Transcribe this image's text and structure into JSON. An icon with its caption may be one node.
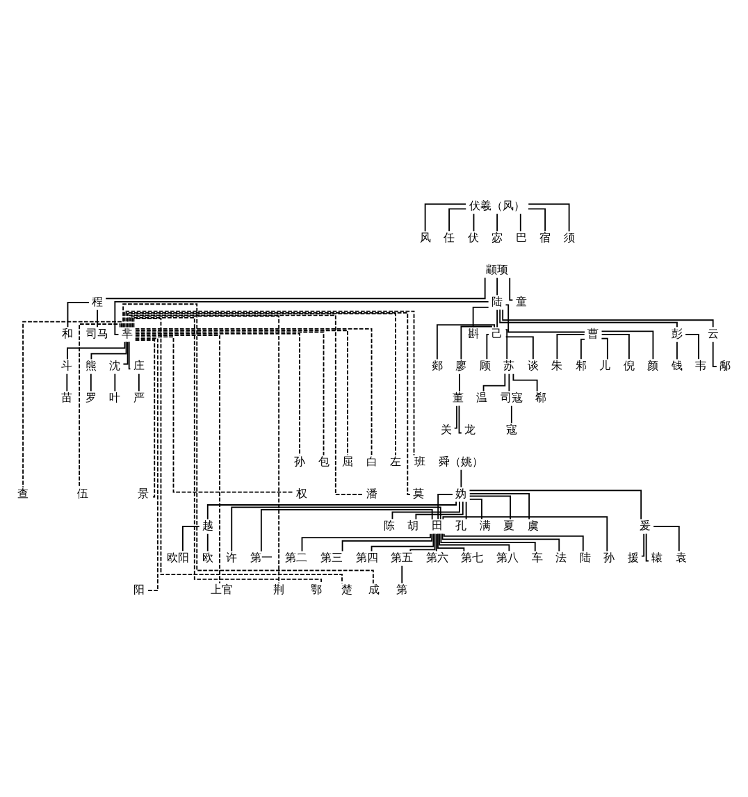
{
  "diagram": {
    "nodes": [
      {
        "text": [
          "伏羲（风）"
        ]
      },
      {
        "text": [
          "风"
        ]
      },
      {
        "text": [
          "任"
        ]
      },
      {
        "text": [
          "伏"
        ]
      },
      {
        "text": [
          "宓"
        ]
      },
      {
        "text": [
          "巴"
        ]
      },
      {
        "text": [
          "宿"
        ]
      },
      {
        "text": [
          "须"
        ]
      },
      {
        "text": [
          "颛顼"
        ]
      },
      {
        "text": [
          "程"
        ]
      },
      {
        "text": [
          "陆"
        ]
      },
      {
        "text": [
          "童"
        ]
      },
      {
        "text": [
          "和"
        ]
      },
      {
        "text": [
          "司马"
        ]
      },
      {
        "text": [
          "芈"
        ]
      },
      {
        "text": [
          "斟"
        ]
      },
      {
        "text": [
          "己"
        ]
      },
      {
        "text": [
          "曹"
        ]
      },
      {
        "text": [
          "彭"
        ]
      },
      {
        "text": [
          "云"
        ]
      },
      {
        "text": [
          "斗"
        ]
      },
      {
        "text": [
          "熊"
        ]
      },
      {
        "text": [
          "沈"
        ]
      },
      {
        "text": [
          "庄"
        ]
      },
      {
        "text": [
          "郯"
        ]
      },
      {
        "text": [
          "廖"
        ]
      },
      {
        "text": [
          "顾"
        ]
      },
      {
        "text": [
          "苏"
        ]
      },
      {
        "text": [
          "谈"
        ]
      },
      {
        "text": [
          "朱"
        ]
      },
      {
        "text": [
          "邾"
        ]
      },
      {
        "text": [
          "儿"
        ]
      },
      {
        "text": [
          "倪"
        ]
      },
      {
        "text": [
          "颜"
        ]
      },
      {
        "text": [
          "钱"
        ]
      },
      {
        "text": [
          "韦"
        ]
      },
      {
        "text": [
          "鄅"
        ]
      },
      {
        "text": [
          "苗"
        ]
      },
      {
        "text": [
          "罗"
        ]
      },
      {
        "text": [
          "叶"
        ]
      },
      {
        "text": [
          "严"
        ]
      },
      {
        "text": [
          "董"
        ]
      },
      {
        "text": [
          "温"
        ]
      },
      {
        "text": [
          "司寇"
        ]
      },
      {
        "text": [
          "郗"
        ]
      },
      {
        "text": [
          "关"
        ]
      },
      {
        "text": [
          "龙"
        ]
      },
      {
        "text": [
          "寇"
        ]
      },
      {
        "text": [
          "查"
        ]
      },
      {
        "text": [
          "阳"
        ]
      },
      {
        "text": [
          "伍"
        ]
      },
      {
        "text": [
          "上官"
        ]
      },
      {
        "text": [
          "景"
        ]
      },
      {
        "text": [
          "荆"
        ]
      },
      {
        "text": [
          "权"
        ]
      },
      {
        "text": [
          "鄂"
        ]
      },
      {
        "text": [
          "潘"
        ]
      },
      {
        "text": [
          "楚"
        ]
      },
      {
        "text": [
          "莫"
        ]
      },
      {
        "text": [
          "成"
        ]
      },
      {
        "text": [
          "孙"
        ]
      },
      {
        "text": [
          "包"
        ]
      },
      {
        "text": [
          "屈"
        ]
      },
      {
        "text": [
          "白"
        ]
      },
      {
        "text": [
          "左"
        ]
      },
      {
        "text": [
          "班"
        ]
      },
      {
        "text": [
          "舜（姚）"
        ]
      },
      {
        "text": [
          "妫"
        ]
      },
      {
        "text": [
          "越"
        ]
      },
      {
        "text": [
          "陈"
        ]
      },
      {
        "text": [
          "胡"
        ]
      },
      {
        "text": [
          "田"
        ]
      },
      {
        "text": [
          "孔"
        ]
      },
      {
        "text": [
          "满"
        ]
      },
      {
        "text": [
          "夏"
        ]
      },
      {
        "text": [
          "虞"
        ]
      },
      {
        "text": [
          "爰"
        ]
      },
      {
        "text": [
          "欧阳"
        ]
      },
      {
        "text": [
          "欧"
        ]
      },
      {
        "text": [
          "许"
        ]
      },
      {
        "text": [
          "第一"
        ]
      },
      {
        "text": [
          "第二"
        ]
      },
      {
        "text": [
          "第三"
        ]
      },
      {
        "text": [
          "第四"
        ]
      },
      {
        "text": [
          "第五"
        ]
      },
      {
        "text": [
          "第六"
        ]
      },
      {
        "text": [
          "第七"
        ]
      },
      {
        "text": [
          "第八"
        ]
      },
      {
        "text": [
          "车"
        ]
      },
      {
        "text": [
          "法"
        ]
      },
      {
        "text": [
          "陆"
        ]
      },
      {
        "text": [
          "孙"
        ]
      },
      {
        "text": [
          "援"
        ]
      },
      {
        "text": [
          "辕"
        ]
      },
      {
        "text": [
          "袁"
        ]
      },
      {
        "text": [
          "第"
        ]
      }
    ],
    "edges": [
      {
        "from": 0,
        "to": 1,
        "arrow": "none"
      },
      {
        "from": 0,
        "to": 2,
        "arrow": "none"
      },
      {
        "from": 0,
        "to": 3,
        "arrow": "none"
      },
      {
        "from": 0,
        "to": 4,
        "arrow": "none"
      },
      {
        "from": 0,
        "to": 5,
        "arrow": "none"
      },
      {
        "from": 0,
        "to": 6,
        "arrow": "none"
      },
      {
        "from": 0,
        "to": 7,
        "arrow": "none"
      },
      {
        "from": 8,
        "to": 9,
        "arrow": "none"
      },
      {
        "from": 8,
        "to": 10,
        "arrow": "none"
      },
      {
        "from": 8,
        "to": 11,
        "arrow": "none"
      },
      {
        "from": 9,
        "to": 12,
        "arrow": "none"
      },
      {
        "from": 9,
        "to": 13,
        "arrow": "none"
      },
      {
        "from": 10,
        "to": 14,
        "arrow": "none"
      },
      {
        "from": 10,
        "to": 15,
        "arrow": "none"
      },
      {
        "from": 10,
        "to": 16,
        "arrow": "none"
      },
      {
        "from": 10,
        "to": 17,
        "arrow": "none"
      },
      {
        "from": 10,
        "to": 18,
        "arrow": "none"
      },
      {
        "from": 10,
        "to": 19,
        "arrow": "none"
      },
      {
        "from": 14,
        "to": 20,
        "arrow": "none"
      },
      {
        "from": 14,
        "to": 21,
        "arrow": "none"
      },
      {
        "from": 14,
        "to": 22,
        "arrow": "none"
      },
      {
        "from": 14,
        "to": 23,
        "arrow": "none"
      },
      {
        "from": 16,
        "to": 24,
        "arrow": "none"
      },
      {
        "from": 16,
        "to": 25,
        "arrow": "none"
      },
      {
        "from": 16,
        "to": 26,
        "arrow": "none"
      },
      {
        "from": 16,
        "to": 27,
        "arrow": "none"
      },
      {
        "from": 16,
        "to": 28,
        "arrow": "none"
      },
      {
        "from": 17,
        "to": 29,
        "arrow": "none"
      },
      {
        "from": 17,
        "to": 30,
        "arrow": "none"
      },
      {
        "from": 17,
        "to": 31,
        "arrow": "none"
      },
      {
        "from": 17,
        "to": 32,
        "arrow": "none"
      },
      {
        "from": 17,
        "to": 33,
        "arrow": "none"
      },
      {
        "from": 18,
        "to": 34,
        "arrow": "none"
      },
      {
        "from": 18,
        "to": 35,
        "arrow": "none"
      },
      {
        "from": 19,
        "to": 36,
        "arrow": "none"
      },
      {
        "from": 20,
        "to": 37,
        "arrow": "none"
      },
      {
        "from": 21,
        "to": 38,
        "arrow": "none"
      },
      {
        "from": 22,
        "to": 39,
        "arrow": "none"
      },
      {
        "from": 23,
        "to": 40,
        "arrow": "none"
      },
      {
        "from": 25,
        "to": 41,
        "arrow": "none"
      },
      {
        "from": 27,
        "to": 42,
        "arrow": "none"
      },
      {
        "from": 27,
        "to": 43,
        "arrow": "none"
      },
      {
        "from": 27,
        "to": 44,
        "arrow": "none"
      },
      {
        "from": 41,
        "to": 45,
        "arrow": "none"
      },
      {
        "from": 41,
        "to": 46,
        "arrow": "none"
      },
      {
        "from": 43,
        "to": 47,
        "arrow": "none"
      },
      {
        "from": 14,
        "to": 48,
        "arrow": "none",
        "style": "dashed"
      },
      {
        "from": 14,
        "to": 49,
        "arrow": "none",
        "style": "dashed"
      },
      {
        "from": 14,
        "to": 50,
        "arrow": "none",
        "style": "dashed"
      },
      {
        "from": 14,
        "to": 51,
        "arrow": "none",
        "style": "dashed"
      },
      {
        "from": 14,
        "to": 52,
        "arrow": "none",
        "style": "dashed"
      },
      {
        "from": 14,
        "to": 53,
        "arrow": "none",
        "style": "dashed"
      },
      {
        "from": 14,
        "to": 54,
        "arrow": "none",
        "style": "dashed"
      },
      {
        "from": 14,
        "to": 55,
        "arrow": "none",
        "style": "dashed"
      },
      {
        "from": 14,
        "to": 56,
        "arrow": "none",
        "style": "dashed"
      },
      {
        "from": 14,
        "to": 57,
        "arrow": "none",
        "style": "dashed"
      },
      {
        "from": 14,
        "to": 58,
        "arrow": "none",
        "style": "dashed"
      },
      {
        "from": 14,
        "to": 59,
        "arrow": "none",
        "style": "dashed"
      },
      {
        "from": 14,
        "to": 60,
        "arrow": "none",
        "style": "dashed"
      },
      {
        "from": 14,
        "to": 61,
        "arrow": "none",
        "style": "dashed"
      },
      {
        "from": 14,
        "to": 62,
        "arrow": "none",
        "style": "dashed"
      },
      {
        "from": 14,
        "to": 63,
        "arrow": "none",
        "style": "dashed"
      },
      {
        "from": 14,
        "to": 64,
        "arrow": "none",
        "style": "dashed"
      },
      {
        "from": 14,
        "to": 65,
        "arrow": "none",
        "style": "dashed"
      },
      {
        "from": 66,
        "to": 67,
        "arrow": "none"
      },
      {
        "from": 67,
        "to": 68,
        "arrow": "none"
      },
      {
        "from": 67,
        "to": 69,
        "arrow": "none"
      },
      {
        "from": 67,
        "to": 70,
        "arrow": "none"
      },
      {
        "from": 67,
        "to": 71,
        "arrow": "none"
      },
      {
        "from": 67,
        "to": 72,
        "arrow": "none"
      },
      {
        "from": 67,
        "to": 73,
        "arrow": "none"
      },
      {
        "from": 67,
        "to": 74,
        "arrow": "none"
      },
      {
        "from": 67,
        "to": 75,
        "arrow": "none"
      },
      {
        "from": 67,
        "to": 76,
        "arrow": "none"
      },
      {
        "from": 68,
        "to": 77,
        "arrow": "none"
      },
      {
        "from": 68,
        "to": 78,
        "arrow": "none"
      },
      {
        "from": 71,
        "to": 79,
        "arrow": "none"
      },
      {
        "from": 71,
        "to": 80,
        "arrow": "none"
      },
      {
        "from": 71,
        "to": 81,
        "arrow": "none"
      },
      {
        "from": 71,
        "to": 82,
        "arrow": "none"
      },
      {
        "from": 71,
        "to": 83,
        "arrow": "none"
      },
      {
        "from": 71,
        "to": 84,
        "arrow": "none"
      },
      {
        "from": 71,
        "to": 85,
        "arrow": "none"
      },
      {
        "from": 71,
        "to": 86,
        "arrow": "none"
      },
      {
        "from": 71,
        "to": 87,
        "arrow": "none"
      },
      {
        "from": 71,
        "to": 88,
        "arrow": "none"
      },
      {
        "from": 71,
        "to": 89,
        "arrow": "none"
      },
      {
        "from": 71,
        "to": 90,
        "arrow": "none"
      },
      {
        "from": 71,
        "to": 91,
        "arrow": "none"
      },
      {
        "from": 76,
        "to": 92,
        "arrow": "none"
      },
      {
        "from": 76,
        "to": 93,
        "arrow": "none"
      },
      {
        "from": 76,
        "to": 94,
        "arrow": "none"
      },
      {
        "from": 84,
        "to": 95,
        "arrow": "none"
      }
    ]
  }
}
